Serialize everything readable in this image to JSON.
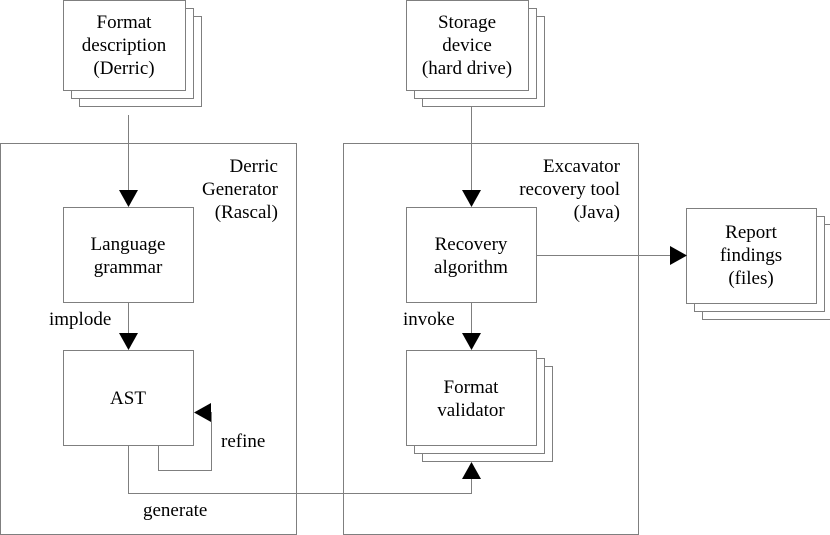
{
  "inputs": {
    "format_description": [
      "Format",
      "description",
      "(Derric)"
    ],
    "storage_device": [
      "Storage",
      "device",
      "(hard drive)"
    ]
  },
  "generator": {
    "title": [
      "Derric",
      "Generator",
      "(Rascal)"
    ],
    "language_grammar": [
      "Language",
      "grammar"
    ],
    "ast": "AST",
    "implode_label": "implode",
    "refine_label": "refine",
    "generate_label": "generate"
  },
  "excavator": {
    "title": [
      "Excavator",
      "recovery tool",
      "(Java)"
    ],
    "recovery_algorithm": [
      "Recovery",
      "algorithm"
    ],
    "format_validator": [
      "Format",
      "validator"
    ],
    "invoke_label": "invoke"
  },
  "output": {
    "report": [
      "Report",
      "findings",
      "(files)"
    ]
  }
}
